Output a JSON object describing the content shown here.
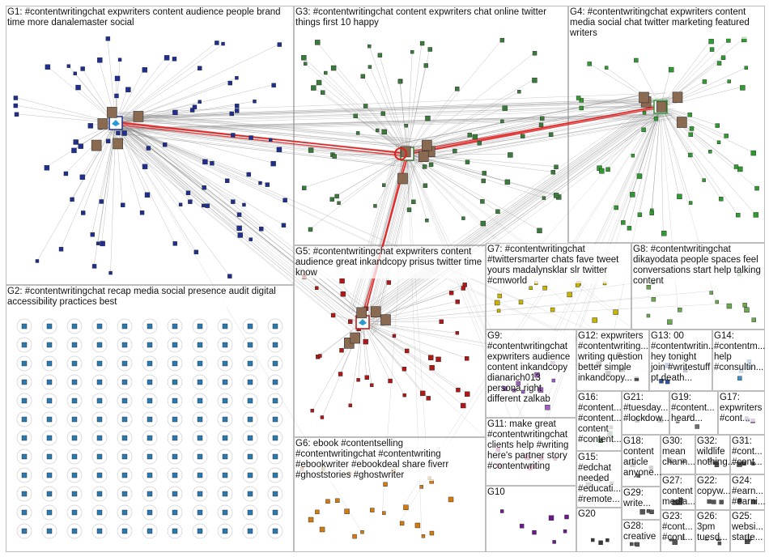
{
  "colors": {
    "background": "#ffffff",
    "box_border": "#bdbdbd",
    "edge": "#8a8a8a",
    "edge_highlight": "#e02020",
    "groups": {
      "G1": "#1f2f8f",
      "G2": "#2a7ab0",
      "G3": "#3a7a3a",
      "G4": "#2f9a2f",
      "G5": "#b01818",
      "G6": "#d07a10",
      "G7": "#c8b400",
      "G8": "#6aa84f",
      "G9": "#a060c0",
      "G10": "#6a1a8a",
      "G11": "#c03080",
      "G12": "#4a4a4a",
      "G13": "#3050a0",
      "G14": "#4090d0",
      "G15": "#7a7a7a",
      "G16": "#5a8a5a",
      "G17": "#8a5aa0",
      "G18": "#606060",
      "G19": "#707070",
      "G20": "#3a3a3a"
    }
  },
  "center_icon": "network-hub-icon",
  "groups": [
    {
      "id": "G1",
      "label": "G1: #contentwritingchat expwriters content audience people brand time more danalemaster social"
    },
    {
      "id": "G2",
      "label": "G2: #contentwritingchat recap media social presence audit digital accessibility practices best"
    },
    {
      "id": "G3",
      "label": "G3: #contentwritingchat content expwriters chat online twitter things first 10 happy"
    },
    {
      "id": "G4",
      "label": "G4: #contentwritingchat expwriters content media social chat twitter marketing featured writers"
    },
    {
      "id": "G5",
      "label": "G5: #contentwritingchat expwriters content audience great inkandcopy prisus twitter time know"
    },
    {
      "id": "G6",
      "label": "G6: ebook #contentselling #contentwritingchat #contentwriting #ebookwriter #ebookdeal share fiverr #ghoststories #ghostwriter"
    },
    {
      "id": "G7",
      "label": "G7: #contentwritingchat #twittersmarter chats fave tweet yours madalynsklar slr twitter #cmworld"
    },
    {
      "id": "G8",
      "label": "G8: #contentwritingchat dikayodata people spaces feel conversations start help talking content"
    },
    {
      "id": "G9",
      "label": "G9: #contentwritingchat expwriters audience content inkandcopy dianarich013 persona right different zalkab"
    },
    {
      "id": "G10",
      "label": "G10"
    },
    {
      "id": "G11",
      "label": "G11: make great #contentwritingchat clients help #writing here's partner story #contentwriting"
    },
    {
      "id": "G12",
      "label": "G12: expwriters #contentwriting... writing question better simple inkandcopy..."
    },
    {
      "id": "G13",
      "label": "G13: 00 #contentwritin... hey tonight join #writestuff pt death..."
    },
    {
      "id": "G14",
      "label": "G14: #contentm... help #consultin..."
    },
    {
      "id": "G15",
      "label": "G15: #edchat needed #educati... #remote..."
    },
    {
      "id": "G16",
      "label": "G16: #content... #content... content #content..."
    },
    {
      "id": "G17",
      "label": "G17: expwriters #cont..."
    },
    {
      "id": "G18",
      "label": "G18: content article anyone..."
    },
    {
      "id": "G19",
      "label": "G19: #content... heard..."
    },
    {
      "id": "G20",
      "label": "G20"
    },
    {
      "id": "G21",
      "label": "G21: #tuesday... #lockdow..."
    },
    {
      "id": "G22",
      "label": "G22: copyw..."
    },
    {
      "id": "G23",
      "label": "G23: #cont... #cont..."
    },
    {
      "id": "G24",
      "label": "G24: #earn... #earni..."
    },
    {
      "id": "G25",
      "label": "G25: websi... starte..."
    },
    {
      "id": "G26",
      "label": "G26: 3pm tuesd..."
    },
    {
      "id": "G27",
      "label": "G27: content media..."
    },
    {
      "id": "G28",
      "label": "G28: creative"
    },
    {
      "id": "G29",
      "label": "G29: write..."
    },
    {
      "id": "G30",
      "label": "G30: mean chann..."
    },
    {
      "id": "G31",
      "label": "G31: #cont... #cont..."
    },
    {
      "id": "G32",
      "label": "G32: wildlife nothing..."
    }
  ]
}
